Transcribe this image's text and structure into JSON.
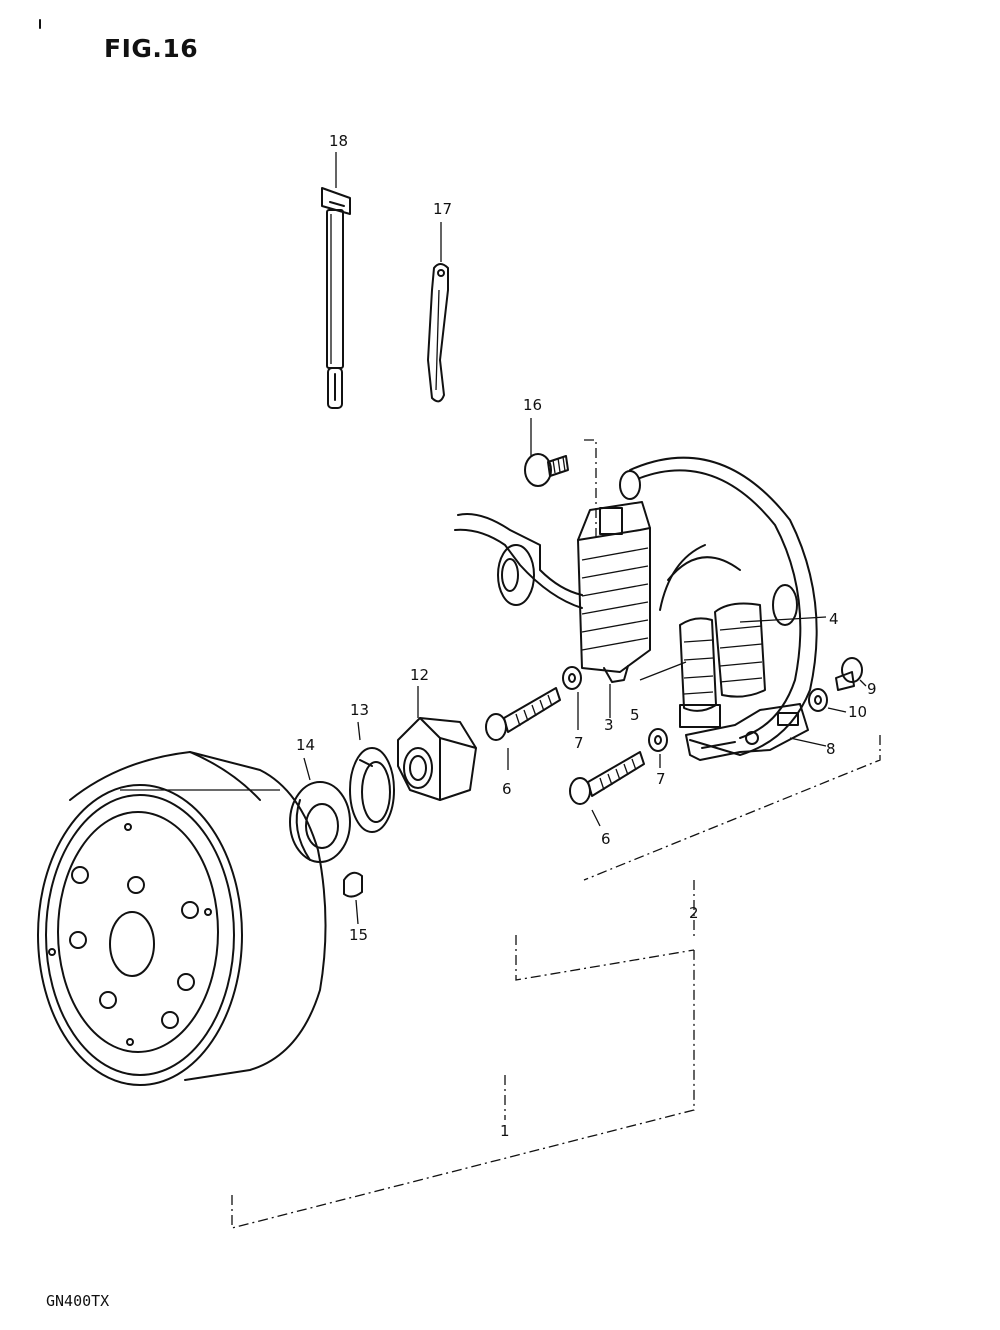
{
  "figure": {
    "title": "FIG.16",
    "model": "GN400TX"
  },
  "callouts": {
    "c1": "1",
    "c2": "2",
    "c3": "3",
    "c4": "4",
    "c5": "5",
    "c6a": "6",
    "c6b": "6",
    "c7a": "7",
    "c7b": "7",
    "c8": "8",
    "c9": "9",
    "c10": "10",
    "c12": "12",
    "c13": "13",
    "c14": "14",
    "c15": "15",
    "c16": "16",
    "c17": "17",
    "c18": "18"
  }
}
